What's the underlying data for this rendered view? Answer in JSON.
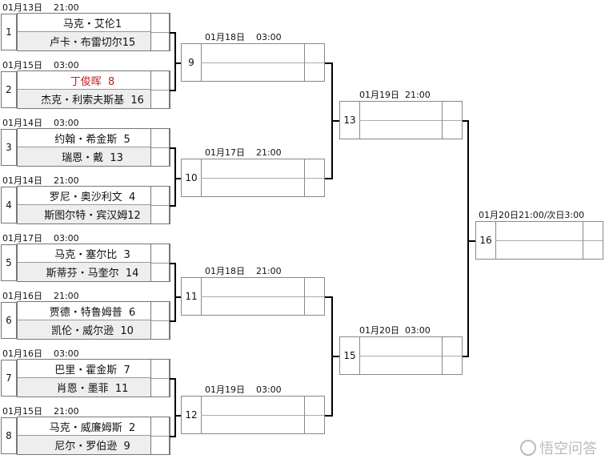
{
  "round1": [
    {
      "seed": "1",
      "date": "01月13日    21:00",
      "top": "马克・艾伦1",
      "bottom": "卢卡・布雷切尔15"
    },
    {
      "seed": "2",
      "date": "01月15日    03:00",
      "top": "丁俊晖  8",
      "bottom": "杰克・利索夫斯基  16"
    },
    {
      "seed": "3",
      "date": "01月14日    03:00",
      "top": "约翰・希金斯  5",
      "bottom": "瑞恩・戴  13"
    },
    {
      "seed": "4",
      "date": "01月14日    21:00",
      "top": "罗尼・奥沙利文  4",
      "bottom": "斯图尔特・宾汉姆12"
    },
    {
      "seed": "5",
      "date": "01月17日    03:00",
      "top": "马克・塞尔比  3",
      "bottom": "斯蒂芬・马奎尔  14"
    },
    {
      "seed": "6",
      "date": "01月16日    21:00",
      "top": "贾德・特鲁姆普  6",
      "bottom": "凯伦・威尔逊  10"
    },
    {
      "seed": "7",
      "date": "01月16日    03:00",
      "top": "巴里・霍金斯  7",
      "bottom": "肖恩・墨菲  11"
    },
    {
      "seed": "8",
      "date": "01月15日    21:00",
      "top": "马克・威廉姆斯  2",
      "bottom": "尼尔・罗伯逊  9"
    }
  ],
  "round2": [
    {
      "num": "9",
      "date": "01月18日    03:00"
    },
    {
      "num": "10",
      "date": "01月17日    21:00"
    },
    {
      "num": "11",
      "date": "01月18日    21:00"
    },
    {
      "num": "12",
      "date": "01月19日    03:00"
    }
  ],
  "semis": [
    {
      "num": "13",
      "date": "01月19日  21:00"
    },
    {
      "num": "15",
      "date": "01月20日  03:00"
    }
  ],
  "final": {
    "num": "16",
    "date": "01月20日21:00/次日3:00"
  },
  "watermark": "悟空问答",
  "colors": {
    "highlight": "#c0201e",
    "line": "#000000",
    "box": "#777777"
  }
}
